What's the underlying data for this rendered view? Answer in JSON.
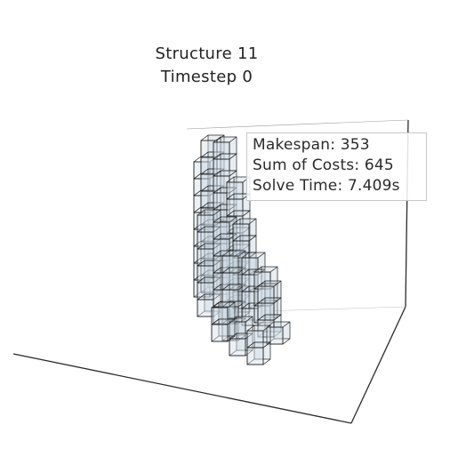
{
  "title": {
    "line1": "Structure 11",
    "line2": "Timestep 0"
  },
  "stats": {
    "makespan": "Makespan: 353",
    "sum_of_costs": "Sum of Costs: 645",
    "solve_time": "Solve Time: 7.409s"
  },
  "colors": {
    "block_face": "#d4e1ea",
    "block_face_dark": "#b9cbd8",
    "block_edge": "#1c1c1c",
    "axis_line": "#2b2b2b",
    "background": "#ffffff"
  }
}
